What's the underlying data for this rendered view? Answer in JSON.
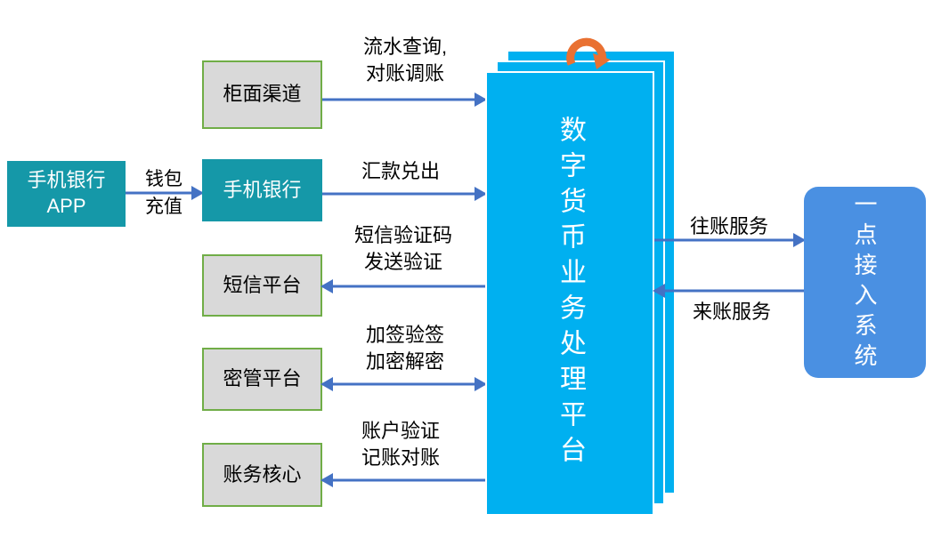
{
  "colors": {
    "teal_box": "#1598a8",
    "gray_box_bg": "#d9d9d9",
    "gray_box_border": "#70ad47",
    "platform_cyan": "#00b0f0",
    "access_blue": "#4a90e2",
    "arrow_blue": "#4472c4",
    "loop_orange": "#e97132"
  },
  "nodes": {
    "mobile_app": {
      "label": "手机银行\nAPP"
    },
    "counter_channel": {
      "label": "柜面渠道"
    },
    "mobile_banking": {
      "label": "手机银行"
    },
    "sms_platform": {
      "label": "短信平台"
    },
    "key_mgmt_platform": {
      "label": "密管平台"
    },
    "accounting_core": {
      "label": "账务核心"
    },
    "dc_platform": {
      "label": "数字货币业务处理平台"
    },
    "access_system": {
      "label": "一点接入系统"
    }
  },
  "edges": {
    "wallet_topup": {
      "label": "钱包\n充值",
      "from": "mobile_app",
      "to": "mobile_banking",
      "direction": "right"
    },
    "counter_query": {
      "label": "流水查询,\n对账调账",
      "from": "counter_channel",
      "to": "dc_platform",
      "direction": "right"
    },
    "remit_out": {
      "label": "汇款兑出",
      "from": "mobile_banking",
      "to": "dc_platform",
      "direction": "right"
    },
    "sms_send": {
      "label": "短信验证码\n发送验证",
      "from": "dc_platform",
      "to": "sms_platform",
      "direction": "left"
    },
    "sign_encrypt": {
      "label": "加签验签\n加密解密",
      "from": "key_mgmt_platform",
      "to": "dc_platform",
      "direction": "both"
    },
    "account_check": {
      "label": "账户验证\n记账对账",
      "from": "dc_platform",
      "to": "accounting_core",
      "direction": "left"
    },
    "outgoing_service": {
      "label": "往账服务",
      "from": "dc_platform",
      "to": "access_system",
      "direction": "right"
    },
    "incoming_service": {
      "label": "来账服务",
      "from": "access_system",
      "to": "dc_platform",
      "direction": "left"
    }
  },
  "icons": {
    "platform_loop": "orange-loop-arrow"
  }
}
